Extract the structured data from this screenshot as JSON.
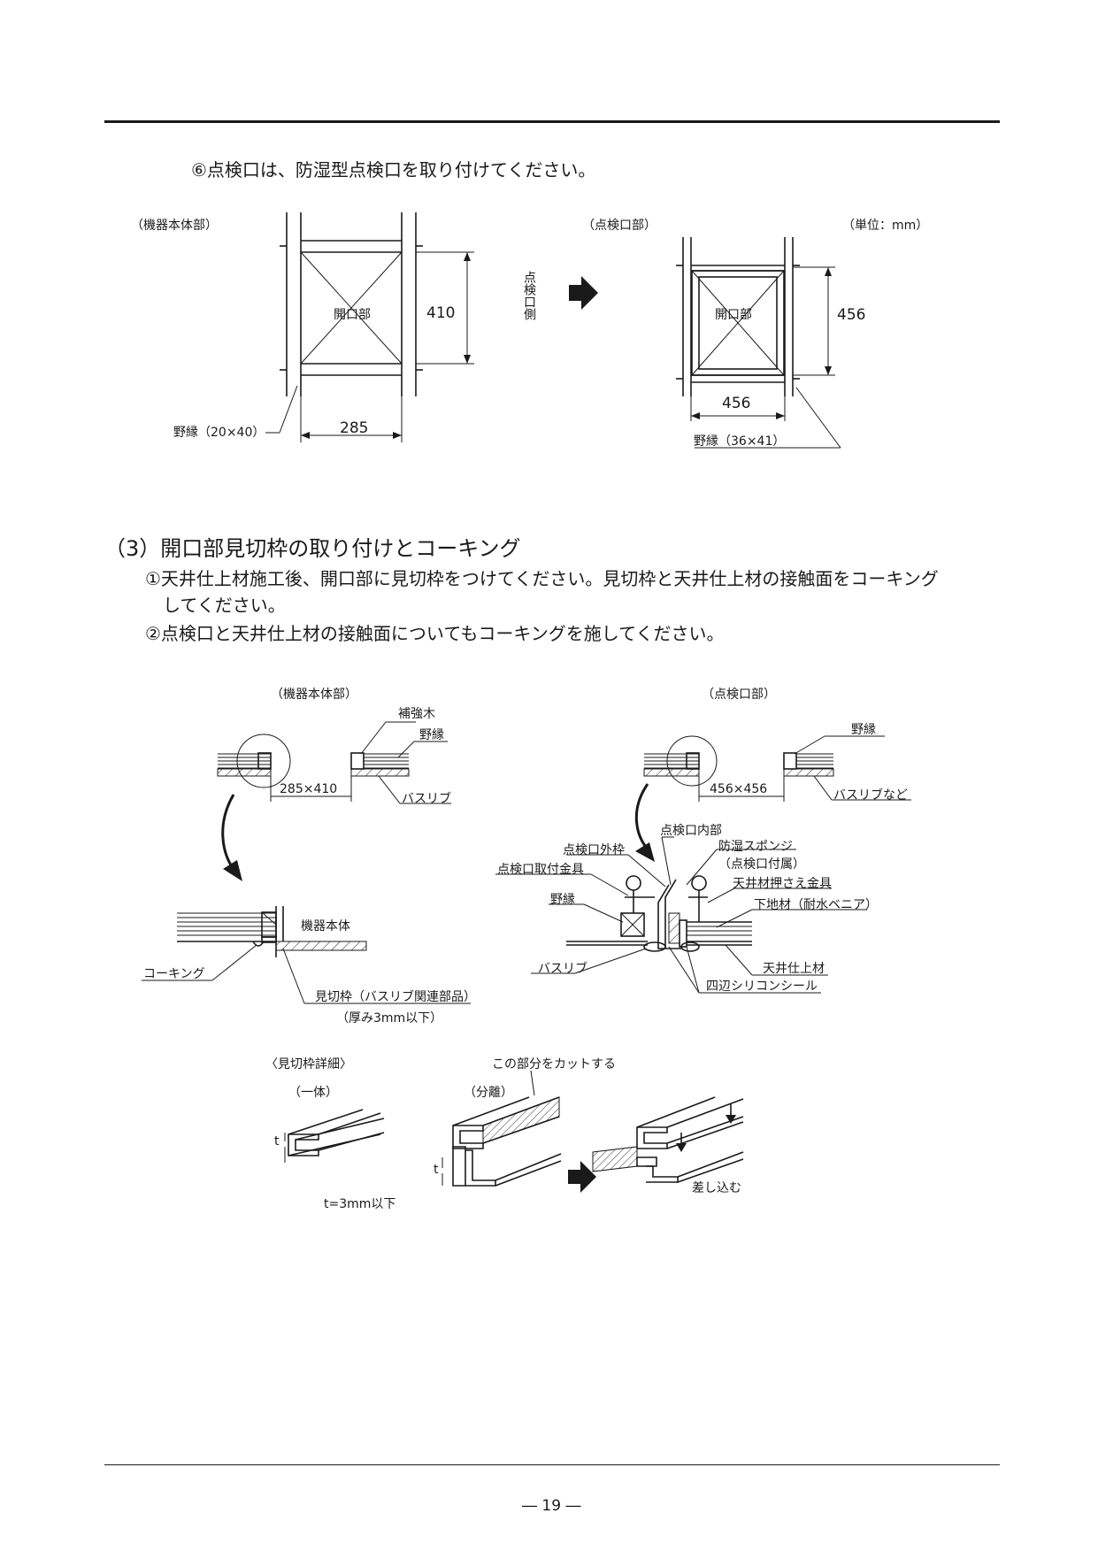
{
  "instruction_6": "⑥点検口は、防湿型点検口を取り付けてください。",
  "fig1": {
    "left_title": "（機器本体部）",
    "opening_label": "開口部",
    "left_height": "410",
    "left_width": "285",
    "left_joist": "野縁（20×40）",
    "side_label": "点検口側",
    "right_title": "（点検口部）",
    "unit": "（単位：mm）",
    "right_opening_label": "開口部",
    "right_height": "456",
    "right_width": "456",
    "right_joist": "野縁（36×41）"
  },
  "section3": {
    "heading": "（3）開口部見切枠の取り付けとコーキング",
    "line1": "①天井仕上材施工後、開口部に見切枠をつけてください。見切枠と天井仕上材の接触面をコーキング",
    "line1b": "してください。",
    "line2": "②点検口と天井仕上材の接触面についてもコーキングを施してください。"
  },
  "fig2": {
    "left_title": "（機器本体部）",
    "reinforce": "補強木",
    "joist": "野縁",
    "size_left": "285×410",
    "bath_rib": "バスリブ",
    "unit_body": "機器本体",
    "caulking": "コーキング",
    "trim": "見切枠（バスリブ関連部品）",
    "thickness": "（厚み3mm以下）",
    "right_title": "（点検口部）",
    "joist_r": "野縁",
    "size_right": "456×456",
    "bath_rib_etc": "バスリブなど",
    "inner": "点検口内部",
    "outer": "点検口外枠",
    "sponge": "防湿スポンジ",
    "sponge_note": "（点検口付属）",
    "fitting": "点検口取付金具",
    "press": "天井材押さえ金具",
    "joist2": "野縁",
    "substrate": "下地材（耐水ベニア）",
    "finish": "天井仕上材",
    "bath_rib2": "バスリブ",
    "seal": "四辺シリコンシール"
  },
  "fig3": {
    "title": "〈見切枠詳細〉",
    "integral": "（一体）",
    "separate": "（分離）",
    "cut_note": "この部分をカットする",
    "t": "t",
    "t2": "t",
    "t_spec": "t=3mm以下",
    "insert": "差し込む"
  },
  "page_number": "― 19 ―"
}
